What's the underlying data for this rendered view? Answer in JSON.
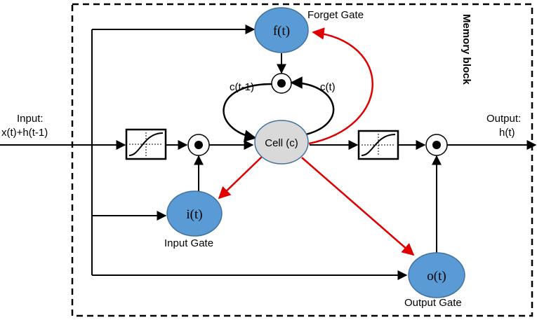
{
  "diagram": {
    "memory_block_label": "Memory block",
    "input_label_line1": "Input:",
    "input_label_line2": "x(t)+h(t-1)",
    "output_label_line1": "Output:",
    "output_label_line2": "h(t)",
    "forget_gate": {
      "symbol": "f(t)",
      "caption": "Forget Gate"
    },
    "input_gate": {
      "symbol": "i(t)",
      "caption": "Input Gate"
    },
    "output_gate": {
      "symbol": "o(t)",
      "caption": "Output Gate"
    },
    "cell": {
      "label": "Cell (c)"
    },
    "loop_left_label": "c(t-1)",
    "loop_right_label": "c(t)",
    "colors": {
      "gate_fill": "#5b9bd5",
      "gate_stroke": "#41719c",
      "cell_fill": "#d9d9d9",
      "peephole_arrow": "#e00000",
      "line": "#000000"
    }
  }
}
